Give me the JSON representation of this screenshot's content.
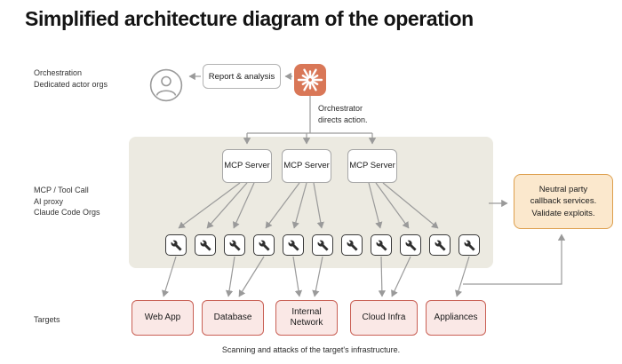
{
  "title": "Simplified architecture diagram of the operation",
  "side_labels": {
    "orchestration": "Orchestration\nDedicated actor orgs",
    "mcp": "MCP / Tool Call\nAI proxy\nClaude Code Orgs",
    "targets": "Targets"
  },
  "top_flow": {
    "report_label": "Report & analysis",
    "orchestrator_note": "Orchestrator\ndirects action.",
    "actor_icon": "person-icon",
    "orchestrator_icon": "claude-spark-icon"
  },
  "mcp_servers": [
    {
      "label": "MCP Server"
    },
    {
      "label": "MCP Server"
    },
    {
      "label": "MCP Server"
    }
  ],
  "tools": {
    "count": 11,
    "icon": "wrench-icon"
  },
  "targets": [
    {
      "label": "Web App"
    },
    {
      "label": "Database"
    },
    {
      "label": "Internal Network"
    },
    {
      "label": "Cloud Infra"
    },
    {
      "label": "Appliances"
    }
  ],
  "callback": {
    "label": "Neutral party\ncallback services.\nValidate exploits."
  },
  "caption": "Scanning and attacks of the target's infrastructure.",
  "colors": {
    "accent": "#D97757",
    "container-bg": "#ECEAE1",
    "target-fill": "#FAE8E6",
    "target-border": "#C96055",
    "callback-fill": "#FBE8CD",
    "callback-border": "#DD9F4D",
    "arrow": "#9A9A9A",
    "ink": "#1A1A1A"
  }
}
